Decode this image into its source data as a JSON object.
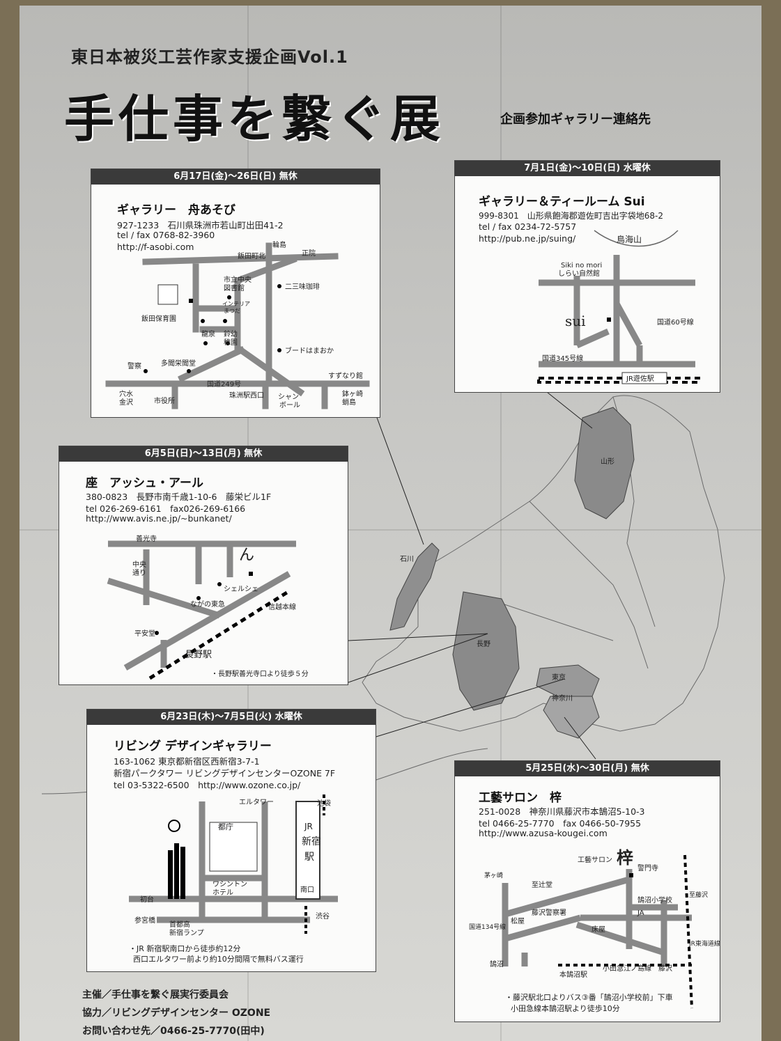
{
  "header": {
    "subtitle": "東日本被災工芸作家支援企画Vol.1",
    "title": "手仕事を繋ぐ展",
    "contact_heading": "企画参加ギャラリー連絡先"
  },
  "galleries": {
    "funasobi": {
      "dates": "6月17日(金)〜26日(日) 無休",
      "name": "ギャラリー　舟あそび",
      "line1": "927-1233　石川県珠洲市若山町出田41-2",
      "line2": "tel / fax 0768-82-3960",
      "line3": "http://f-asobi.com",
      "map": [
        "輪島",
        "飯田町北",
        "正院",
        "市立中央",
        "図書館",
        "二三味珈琲",
        "インテリア",
        "まつだ",
        "飯田保育園",
        "龍泉",
        "鈴幼",
        "稚園",
        "ブードはまおか",
        "警察",
        "多聞栄聞堂",
        "すずなり館",
        "国道249号",
        "穴水",
        "金沢",
        "市役所",
        "珠洲駅西口",
        "シャン",
        "ボール",
        "鉢ヶ崎",
        "蛸島"
      ]
    },
    "sui": {
      "dates": "7月1日(金)〜10日(日) 水曜休",
      "name": "ギャラリー＆ティールーム Sui",
      "line1": "999-8301　山形県飽海郡遊佐町吉出字袋地68-2",
      "line2": "tel / fax 0234-72-5757",
      "line3": "http://pub.ne.jp/suing/",
      "map": [
        "鳥海山",
        "Siki no mori",
        "しらい自然館",
        "sui",
        "国道60号線",
        "国道345号線",
        "JR遊佐駅"
      ]
    },
    "ash": {
      "dates": "6月5日(日)〜13日(月) 無休",
      "name": "座　アッシュ・アール",
      "line1": "380-0823　長野市南千歳1-10-6　藤栄ビル1F",
      "line2": "tel 026-269-6161　fax026-269-6166",
      "line3": "http://www.avis.ne.jp/~bunkanet/",
      "map": [
        "善光寺",
        "中央",
        "通り",
        "シェルシェ",
        "ながの東急",
        "信越本線",
        "平安堂",
        "長野駅"
      ],
      "note": "・長野駅善光寺口より徒歩５分"
    },
    "ozone": {
      "dates": "6月23日(木)〜7月5日(火) 水曜休",
      "name": "リビング デザインギャラリー",
      "line1": "163-1062 東京都新宿区西新宿3-7-1",
      "line2": "新宿パークタワー リビングデザインセンターOZONE 7F",
      "line3": "tel 03-5322-6500　http://www.ozone.co.jp/",
      "map": [
        "エルタワー",
        "池袋",
        "都庁",
        "JR",
        "新宿",
        "駅",
        "ワシントン",
        "ホテル",
        "初台",
        "南口",
        "参宮橋",
        "首都高",
        "新宿ランプ",
        "渋谷"
      ],
      "note1": "・JR 新宿駅南口から徒歩約12分",
      "note2": "西口エルタワー前より約10分間隔で無料バス運行"
    },
    "azusa": {
      "dates": "5月25日(水)〜30日(月) 無休",
      "name": "工藝サロン　梓",
      "line1": "251-0028　神奈川県藤沢市本鵠沼5-10-3",
      "line2": "tel 0466-25-7770　fax 0466-50-7955",
      "line3": "http://www.azusa-kougei.com",
      "map": [
        "工藝サロン",
        "梓",
        "茅ヶ崎",
        "至辻堂",
        "警門寺",
        "鵠沼小学校",
        "藤沢警察署",
        "JA",
        "国道134号線",
        "松屋",
        "床屋",
        "至藤沢",
        "JR東海道線",
        "本鵠沼駅",
        "小田急江ノ島線",
        "藤沢",
        "鵠沼"
      ],
      "note1": "・藤沢駅北口よりバス③番「鵠沼小学校前」下車",
      "note2": "小田急線本鵠沼駅より徒歩10分"
    }
  },
  "japan_map": {
    "labels": [
      "山形",
      "石川",
      "長野",
      "東京",
      "神奈川"
    ]
  },
  "footer": {
    "host": "主催／手仕事を繋ぐ展実行委員会",
    "cooperation": "協力／リビングデザインセンター OZONE",
    "inquiry": "お問い合わせ先／0466-25-7770(田中)"
  }
}
